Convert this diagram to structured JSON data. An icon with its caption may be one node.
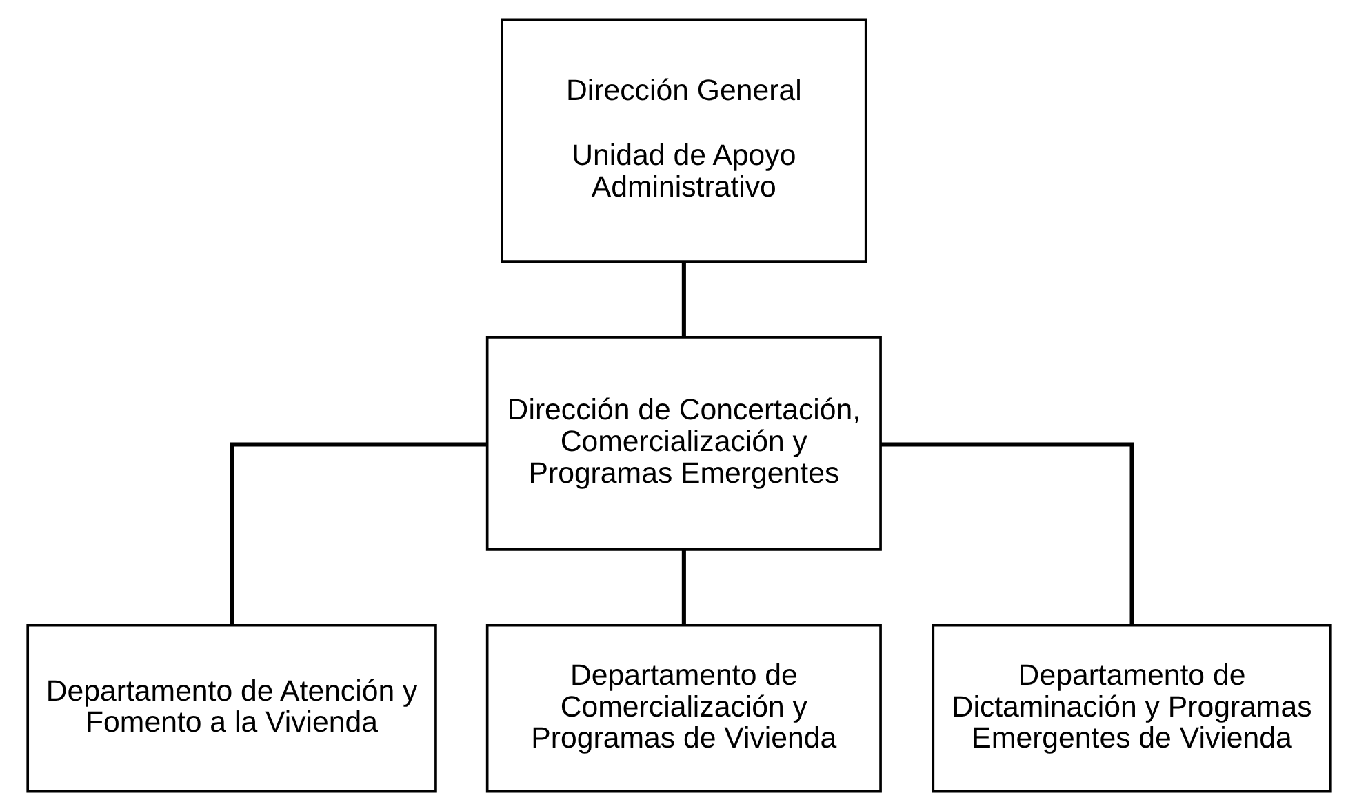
{
  "diagram": {
    "nodes": [
      {
        "text": [
          "Dirección General",
          "Unidad de Apoyo Administrativo"
        ]
      },
      {
        "text": [
          "Dirección de Concertación, Comercialización y Programas Emergentes"
        ]
      },
      {
        "text": [
          "Departamento de Atención y Fomento a la Vivienda"
        ]
      },
      {
        "text": [
          "Departamento de Comercialización y Programas de Vivienda"
        ]
      },
      {
        "text": [
          "Departamento de Dictaminación y Programas Emergentes de Vivienda"
        ]
      }
    ],
    "edges": [
      {
        "from": 0,
        "to": 1,
        "arrow": "none"
      },
      {
        "from": 1,
        "to": 2,
        "arrow": "none"
      },
      {
        "from": 1,
        "to": 3,
        "arrow": "none"
      },
      {
        "from": 1,
        "to": 4,
        "arrow": "none"
      }
    ]
  }
}
